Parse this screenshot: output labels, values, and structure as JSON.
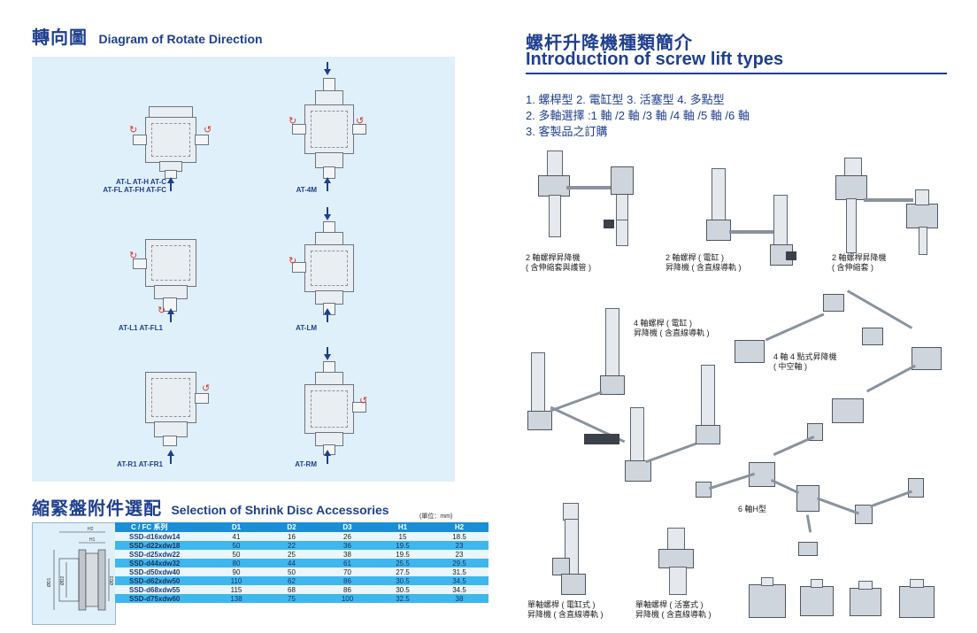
{
  "rotate": {
    "title_cn": "轉向圖",
    "title_en": "Diagram of Rotate Direction",
    "labels": [
      {
        "text": "AT-L AT-H AT-C"
      },
      {
        "text": "AT-FL AT-FH AT-FC"
      },
      {
        "text": "AT-4M"
      },
      {
        "text": "AT-L1 AT-FL1"
      },
      {
        "text": "AT-LM"
      },
      {
        "text": "AT-R1 AT-FR1"
      },
      {
        "text": "AT-RM"
      }
    ]
  },
  "shrink": {
    "title_cn": "縮緊盤附件選配",
    "title_en": "Selection of Shrink Disc Accessories",
    "unit": "(單位：mm)",
    "figure_labels": {
      "h2": "H2",
      "h1": "H1",
      "d1": "ØD1",
      "d2": "ØD2",
      "d3": "ØD3"
    },
    "columns": [
      "C / FC 系列",
      "D1",
      "D2",
      "D3",
      "H1",
      "H2"
    ],
    "rows": [
      [
        "SSD-d16xdw14",
        "41",
        "16",
        "26",
        "15",
        "18.5"
      ],
      [
        "SSD-d22xdw18",
        "50",
        "22",
        "36",
        "19.5",
        "23"
      ],
      [
        "SSD-d25xdw22",
        "50",
        "25",
        "38",
        "19.5",
        "23"
      ],
      [
        "SSD-d44xdw32",
        "80",
        "44",
        "61",
        "25.5",
        "29.5"
      ],
      [
        "SSD-d50xdw40",
        "90",
        "50",
        "70",
        "27.5",
        "31.5"
      ],
      [
        "SSD-d62xdw50",
        "110",
        "62",
        "86",
        "30.5",
        "34.5"
      ],
      [
        "SSD-d68xdw55",
        "115",
        "68",
        "86",
        "30.5",
        "34.5"
      ],
      [
        "SSD-d75xdw60",
        "138",
        "75",
        "100",
        "32.5",
        "38"
      ]
    ]
  },
  "intro": {
    "title_cn": "螺杆升降機種類簡介",
    "title_en": "Introduction of screw lift types",
    "lines": [
      "1. 螺桿型 2. 電缸型 3. 活塞型 4. 多點型",
      "2. 多軸選擇 :1 軸 /2 軸 /3 軸 /4 軸 /5 軸 /6 軸",
      "3. 客製品之訂購"
    ],
    "captions": {
      "c1a": "2 軸螺桿昇降機",
      "c1b": "( 含伸縮套與護管 )",
      "c2a": "2 軸螺桿 ( 電缸 )",
      "c2b": "昇降機 ( 含直線導軌 )",
      "c3a": "2 軸螺桿昇降機",
      "c3b": "( 含伸縮套 )",
      "c4a": "4 軸螺桿 ( 電缸 )",
      "c4b": "昇降機 ( 含直線導軌 )",
      "c5a": "4 軸 4 點式昇降機",
      "c5b": "( 中空軸 )",
      "c6": "6 軸H型",
      "c7a": "單軸螺桿 ( 電缸式 )",
      "c7b": "昇降機 ( 含直線導軌 )",
      "c8a": "單軸螺桿 ( 活塞式 )",
      "c8b": "昇降機 ( 含直線導軌 )"
    }
  },
  "colors": {
    "brand_blue": "#1f3f8f",
    "table_header": "#1a8fd6",
    "table_alt": "#3eb7ee",
    "panel": "#dff0fb"
  }
}
